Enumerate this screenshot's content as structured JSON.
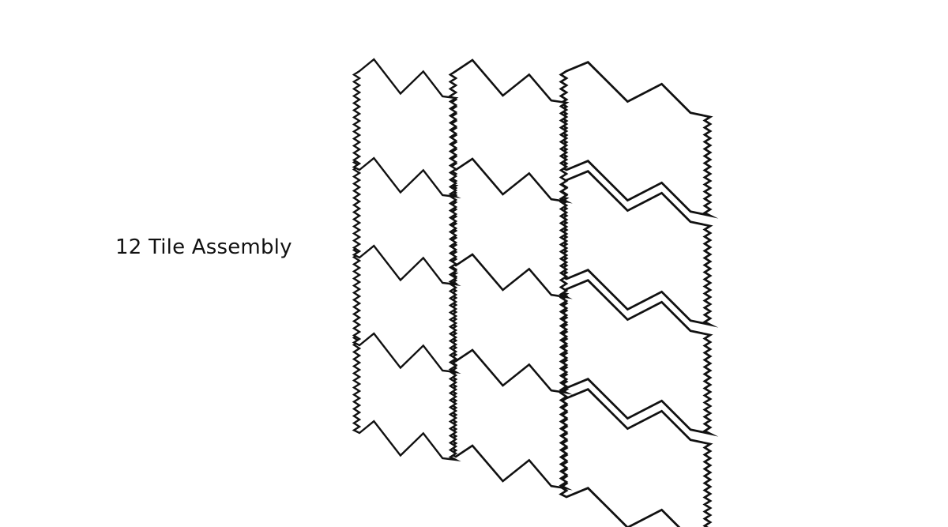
{
  "caption": "12 Tile Assembly",
  "assembly": {
    "tile_count": 12,
    "columns": 3,
    "rows": 4,
    "stroke_color": "#111111",
    "fill_color": "#ffffff",
    "background_color": "#ffffff"
  }
}
